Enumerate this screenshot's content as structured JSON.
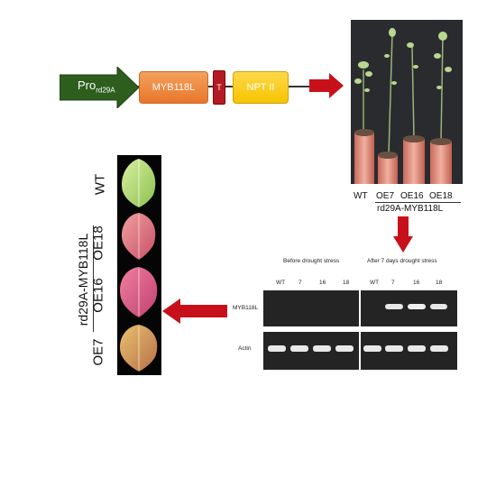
{
  "construct": {
    "promoter": "Pro",
    "promoter_sub": "rd29A",
    "gene": "MYB118L",
    "terminator": "T",
    "marker": "NPT II"
  },
  "plants": {
    "labels": [
      "WT",
      "OE7",
      "OE16",
      "OE18"
    ],
    "caption": "rd29A-MYB118L"
  },
  "gel": {
    "before_title": "Before drought stress",
    "after_title": "After 7 days drought stress",
    "lanes_before": [
      "WT",
      "7",
      "16",
      "18"
    ],
    "lanes_after": [
      "WT",
      "7",
      "16",
      "18"
    ],
    "row1_label": "MYB118L",
    "row2_label": "Actin"
  },
  "leaves": {
    "labels": [
      "WT",
      "OE18",
      "OE16",
      "OE7"
    ],
    "group_label": "rd29A-MYB118L"
  },
  "colors": {
    "arrow": "#c8101a",
    "promoter": "#2e5e1e",
    "gene": "#ef8a3c",
    "terminator": "#b31b24",
    "marker": "#f8cd1c"
  }
}
